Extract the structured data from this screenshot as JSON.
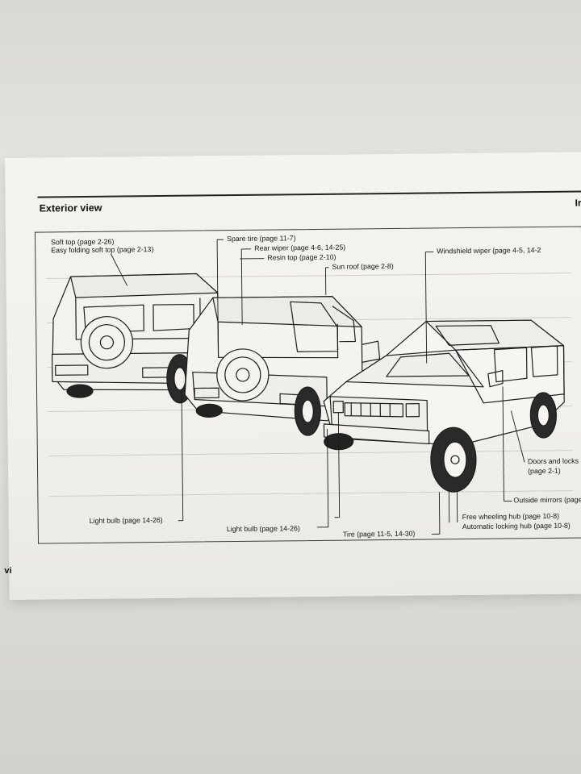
{
  "section": {
    "title": "Exterior view",
    "next_title_fragment": "Ir",
    "page_number": "vi"
  },
  "callouts": {
    "soft_top": "Soft top (page 2-26)",
    "easy_folding": "Easy folding soft top (page 2-13)",
    "spare_tire": "Spare tire (page 11-7)",
    "rear_wiper": "Rear wiper (page 4-6, 14-25)",
    "resin_top": "Resin top (page 2-10)",
    "sun_roof": "Sun roof (page 2-8)",
    "windshield_wiper": "Windshield wiper (page 4-5, 14-2",
    "doors_locks_1": "Doors and locks",
    "doors_locks_2": "(page 2-1)",
    "outside_mirrors": "Outside mirrors (page",
    "free_wheeling": "Free wheeling hub (page 10-8)",
    "auto_locking": "Automatic locking hub (page 10-8)",
    "tire": "Tire (page 11-5, 14-30)",
    "light_bulb_1": "Light bulb (page 14-26)",
    "light_bulb_2": "Light bulb (page 14-26)"
  },
  "colors": {
    "ink": "#1a1a1a",
    "paper": "#f2f1ed",
    "bleed": "#b9b8b4"
  }
}
